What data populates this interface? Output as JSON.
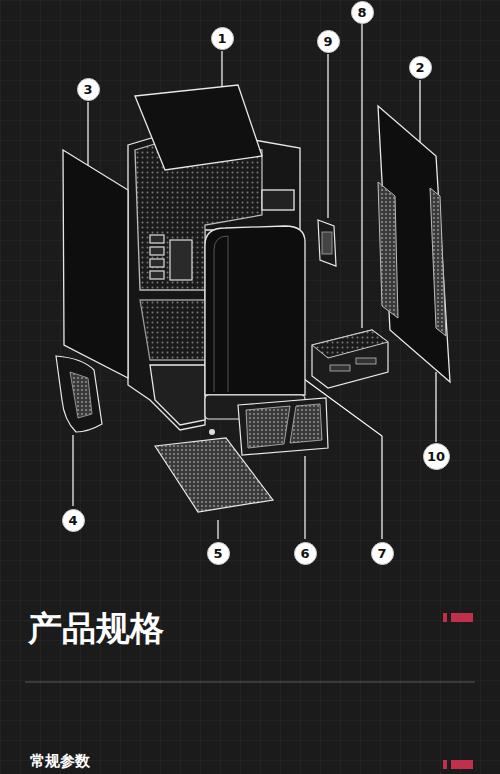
{
  "diagram": {
    "title": "产品规格",
    "nodes": [
      {
        "text": [
          "8"
        ]
      },
      {
        "text": [
          "1"
        ]
      },
      {
        "text": [
          "9"
        ]
      },
      {
        "text": [
          "2"
        ]
      },
      {
        "text": [
          "3"
        ]
      },
      {
        "text": [
          "10"
        ]
      },
      {
        "text": [
          "4"
        ]
      },
      {
        "text": [
          "5"
        ]
      },
      {
        "text": [
          "6"
        ]
      },
      {
        "text": [
          "7"
        ]
      }
    ],
    "labels": [
      "常规参数"
    ]
  }
}
